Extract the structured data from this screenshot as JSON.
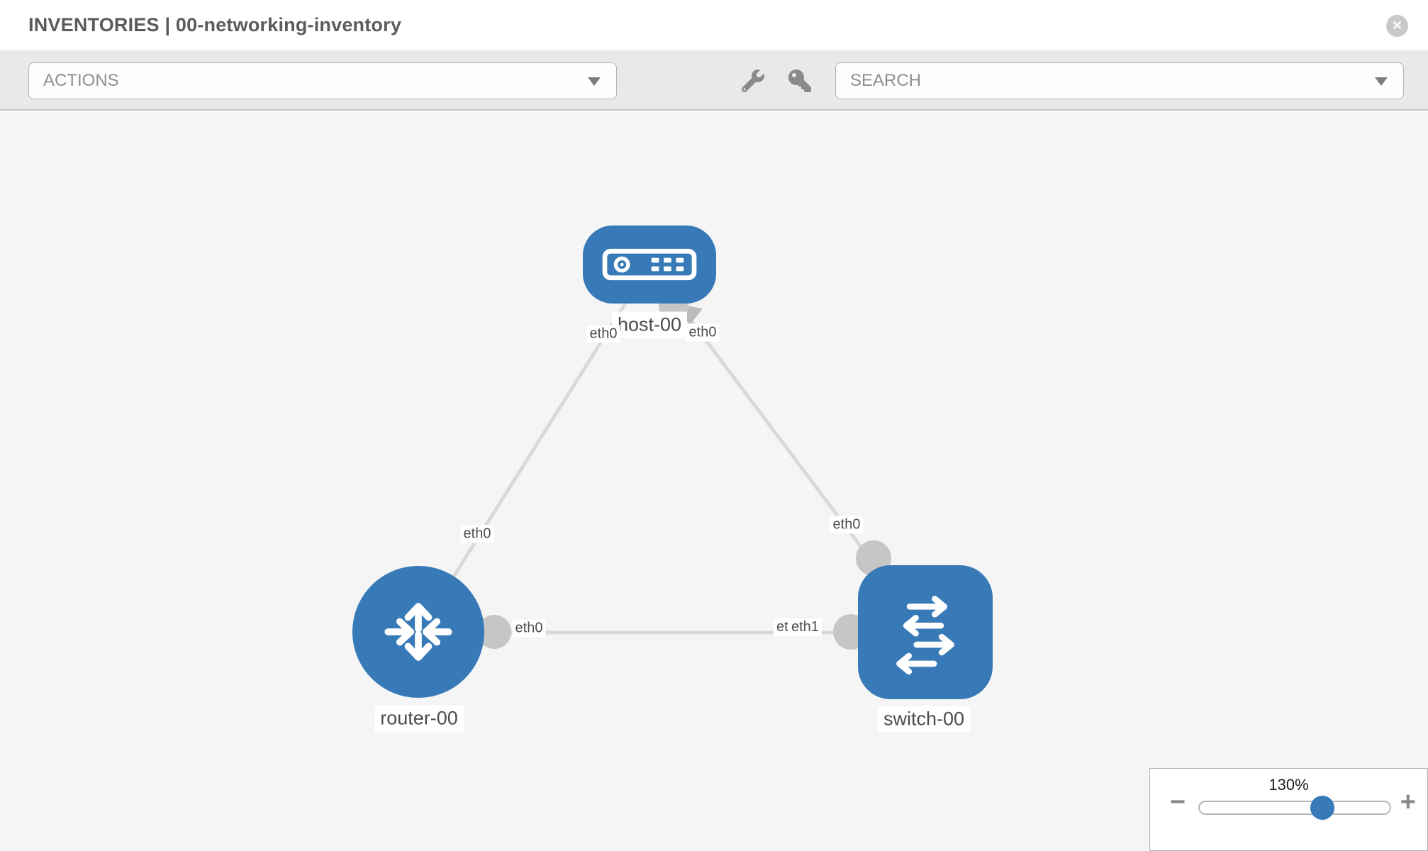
{
  "window": {
    "title": "INVENTORIES | 00-networking-inventory"
  },
  "toolbar": {
    "actions_placeholder": "ACTIONS",
    "search_placeholder": "SEARCH",
    "tools": [
      "wrench",
      "key"
    ]
  },
  "icons": {
    "close": "✕",
    "zoom_out": "−",
    "zoom_in": "+"
  },
  "topology": {
    "nodes": [
      {
        "label": "host-00",
        "type": "host"
      },
      {
        "label": "router-00",
        "type": "router"
      },
      {
        "label": "switch-00",
        "type": "switch"
      }
    ],
    "links": [
      {
        "from": "host-00",
        "to": "router-00",
        "from_label": "eth0",
        "to_label": "eth0"
      },
      {
        "from": "host-00",
        "to": "switch-00",
        "from_label": "eth0",
        "to_label": "eth0"
      },
      {
        "from": "router-00",
        "to": "switch-00",
        "from_label": "eth0",
        "to_label": "eth1",
        "to_label_overlapped": "eth0"
      }
    ]
  },
  "zoom_control": {
    "value": "130%"
  },
  "colors": {
    "node_blue": "#3879b8",
    "link_gray": "#d9d9d9",
    "interface_gray": "#c6c6c6",
    "toolbar_bg": "#e9e9e9",
    "canvas_bg": "#f5f5f5"
  }
}
